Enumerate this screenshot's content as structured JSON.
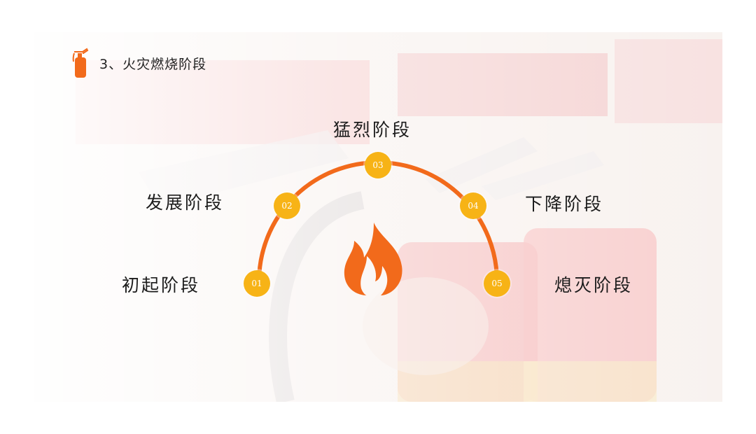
{
  "slide": {
    "title": "3、火灾燃烧阶段",
    "title_icon": "fire-extinguisher-icon",
    "center_icon": "flame-icon",
    "accent_color": "#f26a1b",
    "node_color": "#f7b316",
    "background_image": "fire-extinguishers-photo"
  },
  "stages": [
    {
      "number": "01",
      "label": "初起阶段"
    },
    {
      "number": "02",
      "label": "发展阶段"
    },
    {
      "number": "03",
      "label": "猛烈阶段"
    },
    {
      "number": "04",
      "label": "下降阶段"
    },
    {
      "number": "05",
      "label": "熄灭阶段"
    }
  ]
}
